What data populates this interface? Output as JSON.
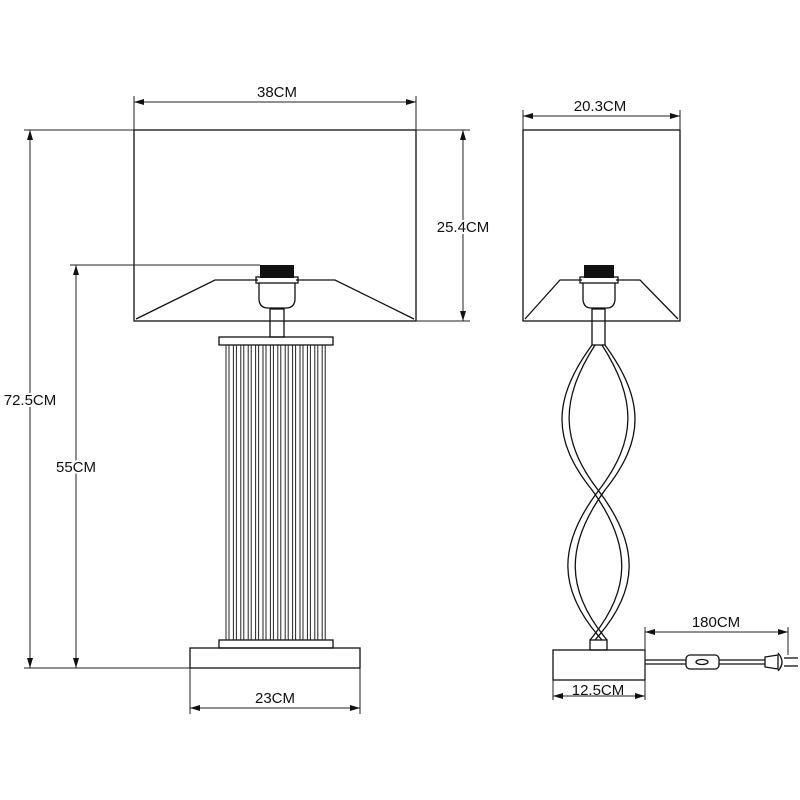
{
  "front_view": {
    "shade_width": "38CM",
    "shade_height": "25.4CM",
    "total_height": "72.5CM",
    "base_to_socket_height": "55CM",
    "base_width": "23CM"
  },
  "side_view": {
    "shade_depth": "20.3CM",
    "base_depth": "12.5CM",
    "cord_length": "180CM"
  },
  "colors": {
    "line": "#111111",
    "background": "#ffffff"
  }
}
